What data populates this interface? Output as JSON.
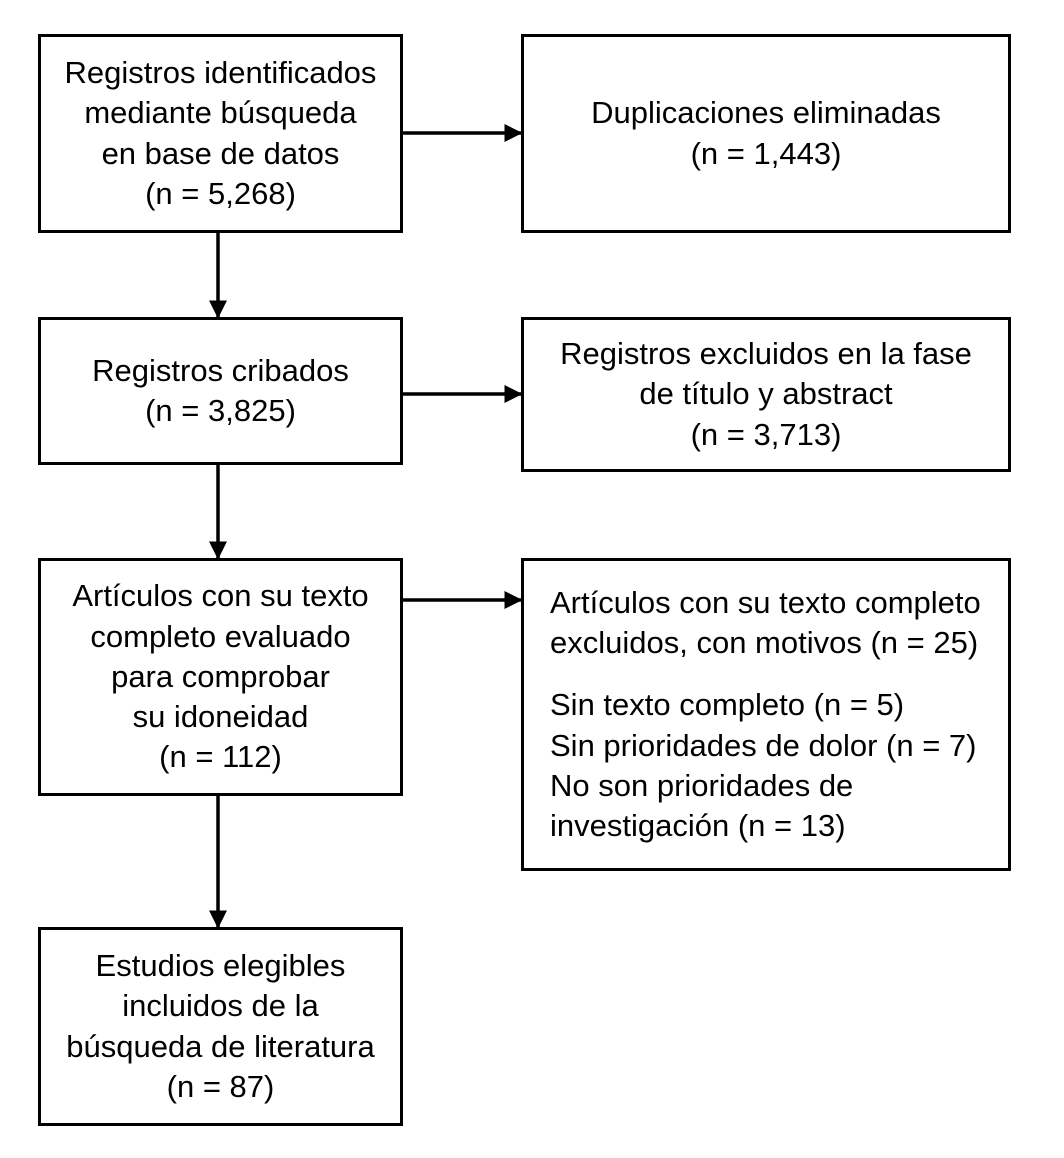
{
  "diagram": {
    "type": "prisma-flow-diagram",
    "language": "es",
    "colors": {
      "background": "#FFFFFF",
      "box_border": "#000000",
      "text": "#000000",
      "arrow": "#000000"
    },
    "boxes": {
      "identification": {
        "name": "Registros identificados mediante búsqueda en base de datos",
        "lines": [
          "Registros identificados",
          "mediante búsqueda",
          "en base de datos",
          "(n = 5,268)"
        ],
        "count_label": "(n = 5,268)",
        "count": 5268
      },
      "duplicates_removed": {
        "name": "Duplicaciones eliminadas",
        "lines": [
          "Duplicaciones eliminadas",
          "(n = 1,443)"
        ],
        "count_label": "(n = 1,443)",
        "count": 1443
      },
      "screened": {
        "name": "Registros cribados",
        "lines": [
          "Registros cribados",
          "(n = 3,825)"
        ],
        "count_label": "(n = 3,825)",
        "count": 3825
      },
      "excluded_title_abstract": {
        "name": "Registros excluidos en la fase de título y abstract",
        "lines": [
          "Registros excluidos en la fase",
          "de título y abstract",
          "(n = 3,713)"
        ],
        "count_label": "(n = 3,713)",
        "count": 3713
      },
      "fulltext_assessed": {
        "name": "Artículos con su texto completo evaluado para comprobar su idoneidad",
        "lines": [
          "Artículos con su texto",
          "completo evaluado",
          "para comprobar",
          "su idoneidad",
          "(n = 112)"
        ],
        "count_label": "(n = 112)",
        "count": 112
      },
      "fulltext_excluded": {
        "name": "Artículos con su texto completo excluidos, con motivos",
        "lines": [
          "Artículos con su texto completo",
          "excluidos, con motivos (n = 25)"
        ],
        "count_label": "(n = 25)",
        "count": 25,
        "reasons": [
          {
            "label": "Sin texto completo (n = 5)",
            "count": 5
          },
          {
            "label": "Sin prioridades de dolor (n = 7)",
            "count": 7
          },
          {
            "label": "No son prioridades de",
            "count": null
          },
          {
            "label": "investigación (n = 13)",
            "count": 13
          }
        ]
      },
      "included": {
        "name": "Estudios elegibles incluidos de la búsqueda de literatura",
        "lines": [
          "Estudios elegibles",
          "incluidos de la",
          "búsqueda de literatura",
          "(n = 87)"
        ],
        "count_label": "(n = 87)",
        "count": 87
      }
    },
    "arrows": [
      {
        "name": "identification-to-duplicates",
        "direction": "right"
      },
      {
        "name": "identification-to-screened",
        "direction": "down"
      },
      {
        "name": "screened-to-excluded-title-abstract",
        "direction": "right"
      },
      {
        "name": "screened-to-fulltext",
        "direction": "down"
      },
      {
        "name": "fulltext-to-fulltext-excluded",
        "direction": "right"
      },
      {
        "name": "fulltext-to-included",
        "direction": "down"
      }
    ]
  }
}
